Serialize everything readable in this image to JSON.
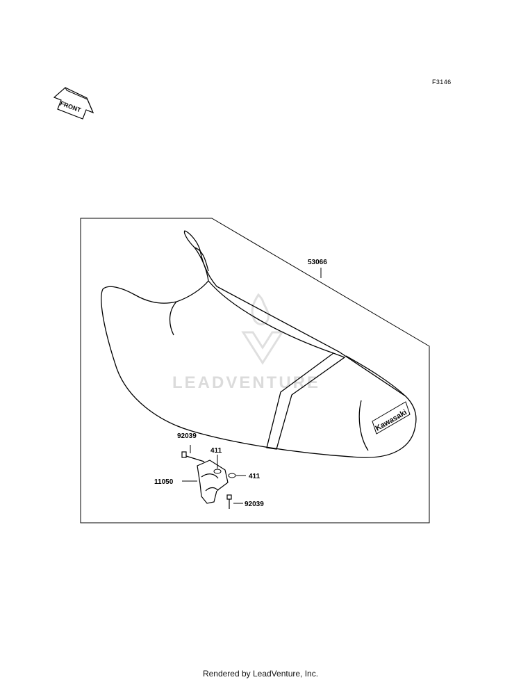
{
  "figure_code": "F3146",
  "direction_indicator": "FRONT",
  "brand_mark": "Kawasaki",
  "watermark": "LEADVENTURE",
  "parts": {
    "seat": "53066",
    "bolt_upper": "92039",
    "bracket": "11050",
    "washer_upper": "411",
    "washer_right": "411",
    "bolt_lower": "92039"
  },
  "footer": "Rendered by LeadVenture, Inc."
}
